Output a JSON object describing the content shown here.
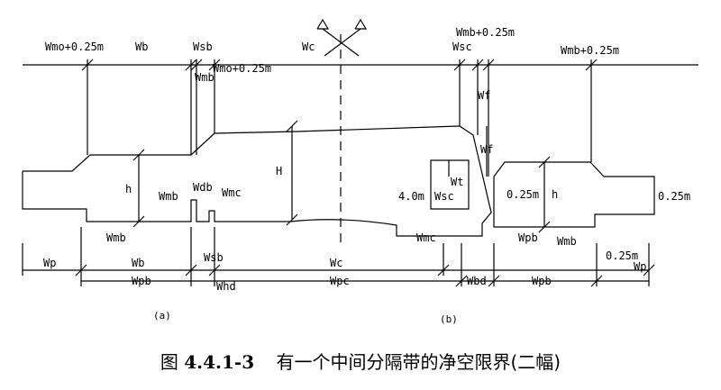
{
  "labels": {
    "wmo_a": "Wmo+0.25m",
    "wb_top": "Wb",
    "wsb_top": "Wsb",
    "wmb_top": "Wmb",
    "wmo_b": "Wmo+0.25m",
    "wc_top": "Wc",
    "wmb_b": "Wmb+0.25m",
    "wsc_top": "Wsc",
    "wmb_c": "Wmb+0.25m",
    "wf_upper": "Wf",
    "wf_lower": "Wf",
    "h_left": "h",
    "h_center": "H",
    "wdb": "Wdb",
    "wmb_mid": "Wmb",
    "wmc_left": "Wmc",
    "wt": "Wt",
    "four_m": "4.0m",
    "wsc_mid": "Wsc",
    "q_mid": "0.25m",
    "h_right": "h",
    "q_right": "0.25m",
    "wmb_low_left": "Wmb",
    "wmc_low": "Wmc",
    "wpb_low": "Wpb",
    "wmb_low_right": "Wmb",
    "q_low": "0.25m",
    "wp_right": "Wp",
    "wp_left": "Wp",
    "wb_bot": "Wb",
    "wsb_bot": "Wsb",
    "wc_bot": "Wc",
    "wpb_left": "Wpb",
    "whd": "Whd",
    "wpc": "Wpc",
    "wbd": "Wbd",
    "wpb_right": "Wpb",
    "sub_a": "(a)",
    "sub_b": "(b)"
  },
  "caption": {
    "prefix": "图",
    "number": "4.4.1-3",
    "text": "有一个中间分隔带的净空限界(二幅)"
  }
}
